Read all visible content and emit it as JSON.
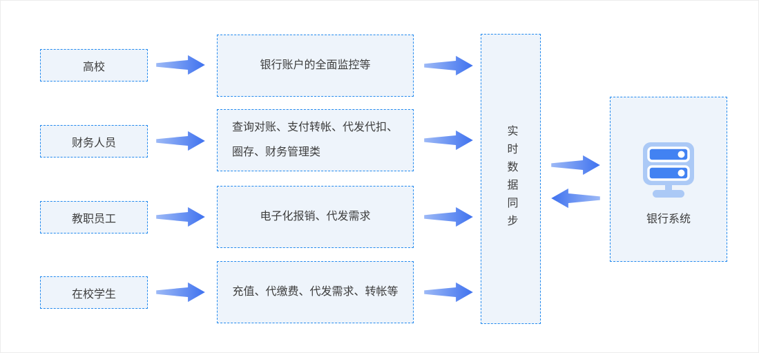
{
  "colors": {
    "node_border": "#2189ee",
    "node_fill": "#eef4fb",
    "text": "#3d3d3d",
    "arrow_dark": "#3f72ef",
    "arrow_light": "#9db9f6",
    "icon_light": "#abc9f6",
    "icon_dark": "#4282f2",
    "page_border": "#ececec"
  },
  "diagram": {
    "left_nodes": [
      {
        "label": "高校"
      },
      {
        "label": "财务人员"
      },
      {
        "label": "教职员工"
      },
      {
        "label": "在校学生"
      }
    ],
    "middle_nodes": [
      {
        "line1": "银行账户的全面监控等"
      },
      {
        "line1": "查询对账、支付转帐、代发代扣、",
        "line2": "圈存、财务管理类"
      },
      {
        "line1": "电子化报销、代发需求"
      },
      {
        "line1": "充值、代缴费、代发需求、转帐等"
      }
    ],
    "sync_node": {
      "label": "实时数据同步"
    },
    "bank_node": {
      "label": "银行系统"
    }
  }
}
